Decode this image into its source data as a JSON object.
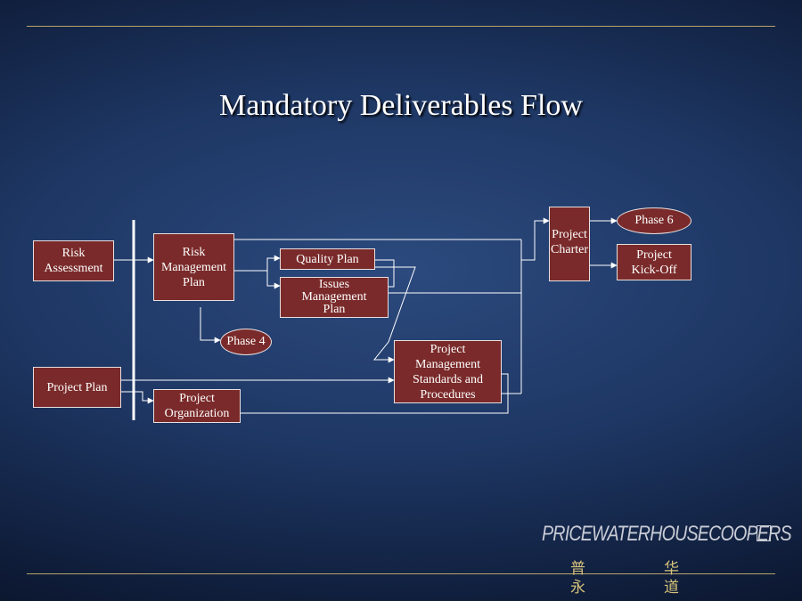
{
  "slide": {
    "title": "Mandatory Deliverables Flow"
  },
  "nodes": {
    "risk_assessment": "Risk\nAssessment",
    "project_plan": "Project Plan",
    "risk_management_plan": "Risk\nManagement\nPlan",
    "project_organization": "Project\nOrganization",
    "quality_plan": "Quality Plan",
    "issues_management_plan": "Issues\nManagement\nPlan",
    "phase4": "Phase 4",
    "pm_standards": "Project\nManagement\nStandards and\nProcedures",
    "project_charter": "Project\nCharter",
    "phase6": "Phase 6",
    "project_kickoff": "Project\nKick-Off"
  },
  "branding": {
    "logo_text": "PRICEWATERHOUSECOOPERS",
    "cn_1": "普",
    "cn_2": "永",
    "cn_3": "华",
    "cn_4": "道"
  },
  "colors": {
    "box_fill": "#7a2a2a",
    "rule_gold": "#b9a46a",
    "connector": "#ffffff"
  }
}
